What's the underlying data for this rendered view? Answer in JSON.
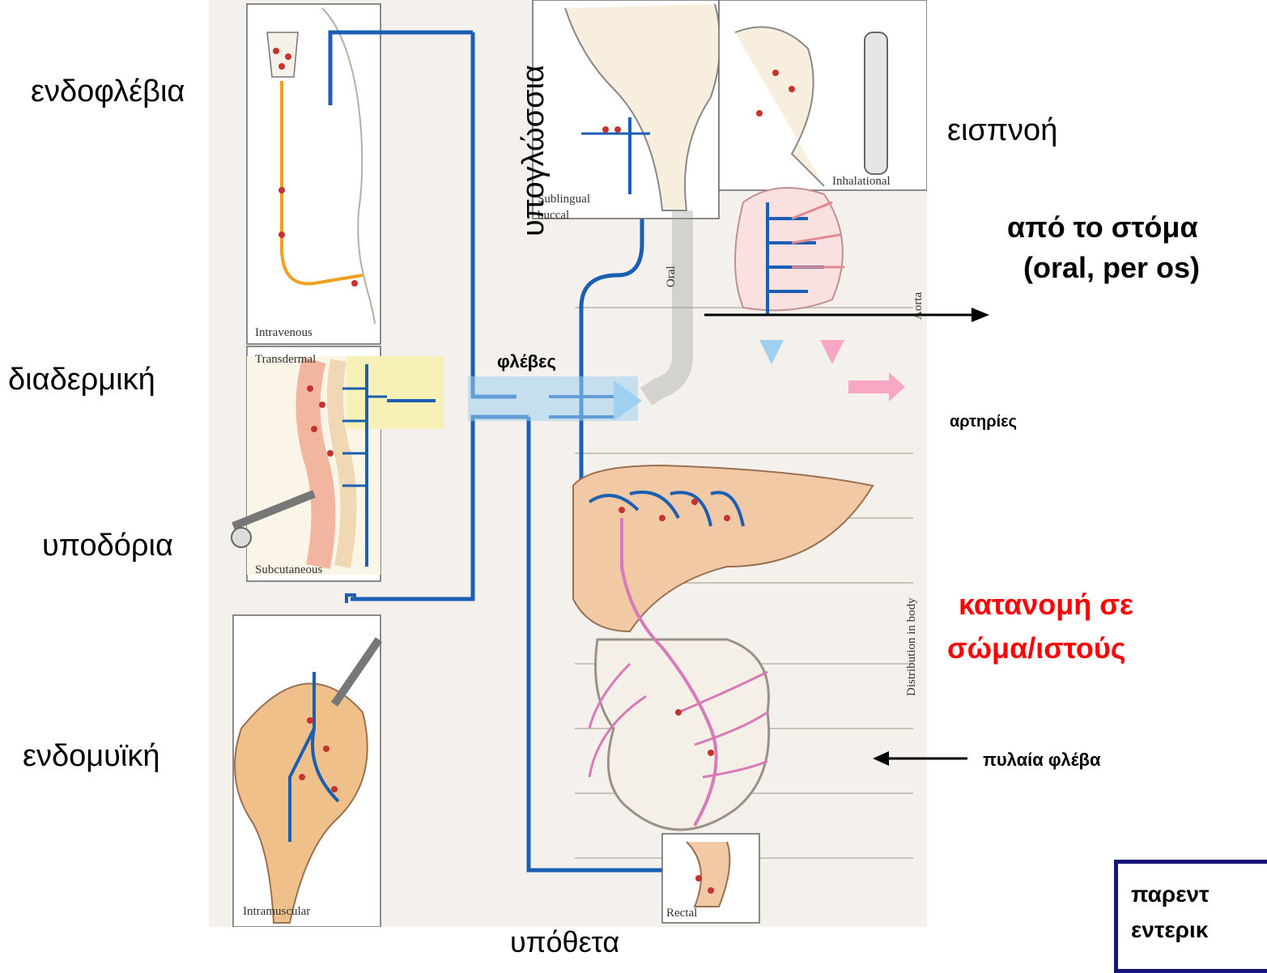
{
  "labels": {
    "intravenous_gr": "ενδοφλέβια",
    "transdermal_gr": "διαδερμική",
    "subcutaneous_gr": "υποδόρια",
    "intramuscular_gr": "ενδομυϊκή",
    "sublingual_gr": "υπογλώσσια",
    "inhalation_gr": "εισπνοή",
    "oral_gr_line1": "από το στόμα",
    "oral_gr_line2": "(oral, per os)",
    "veins_gr": "φλέβες",
    "arteries_gr": "αρτηρίες",
    "distribution_gr_line1": "κατανομή σε",
    "distribution_gr_line2": "σώμα/ιστούς",
    "portal_vein_gr": "πυλαία φλέβα",
    "rectal_gr": "υπόθετα"
  },
  "panel_labels": {
    "intravenous": "Intravenous",
    "transdermal": "Transdermal",
    "subcutaneous": "Subcutaneous",
    "intramuscular": "Intramuscular",
    "sublingual_line1": "Sublingual",
    "sublingual_line2": "buccal",
    "inhalational": "Inhalational",
    "oral": "Oral",
    "aorta": "Aorta",
    "distribution": "Distribution in body",
    "rectal": "Rectal"
  },
  "box": {
    "line1": "παρεντ",
    "line2": "εντερικ"
  },
  "colors": {
    "vein_blue": "#1a5fb4",
    "artery_pink": "#d97ab8",
    "drug_dot": "#c8322e",
    "tissue_peach": "#f2c9a5",
    "box_border": "#16167a",
    "distribution_red": "#ff0000"
  }
}
